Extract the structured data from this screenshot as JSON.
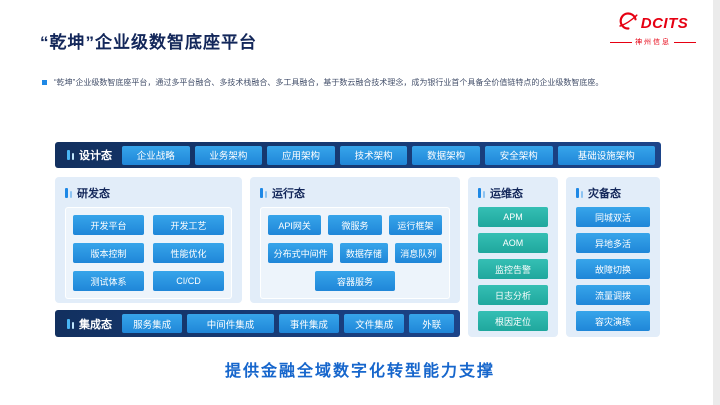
{
  "header": {
    "title": "“乾坤”企业级数智底座平台"
  },
  "logo": {
    "brand": "DCITS",
    "sub": "神州信息"
  },
  "intro": {
    "text": "“乾坤”企业级数智底座平台，通过多平台融合、多技术栈融合、多工具融合，基于数云融合技术理念，成为银行业首个具备全价值链特点的企业级数智底座。"
  },
  "design_row": {
    "label": "设计态",
    "items": [
      "企业战略",
      "业务架构",
      "应用架构",
      "技术架构",
      "数据架构",
      "安全架构",
      "基础设施架构"
    ]
  },
  "dev_panel": {
    "label": "研发态",
    "items": [
      "开发平台",
      "开发工艺",
      "版本控制",
      "性能优化",
      "测试体系",
      "CI/CD"
    ]
  },
  "run_panel": {
    "label": "运行态",
    "rows": [
      [
        "API网关",
        "微服务",
        "运行框架"
      ],
      [
        "分布式中间件",
        "数据存储",
        "消息队列"
      ],
      [
        "容器服务"
      ]
    ]
  },
  "ops_panel": {
    "label": "运维态",
    "items": [
      "APM",
      "AOM",
      "监控告警",
      "日志分析",
      "根因定位"
    ]
  },
  "dr_panel": {
    "label": "灾备态",
    "items": [
      "同城双活",
      "异地多活",
      "故障切换",
      "流量调拨",
      "容灾演练"
    ]
  },
  "integration_row": {
    "label": "集成态",
    "items": [
      "服务集成",
      "中间件集成",
      "事件集成",
      "文件集成",
      "外联"
    ]
  },
  "footer": {
    "text": "提供金融全域数字化转型能力支撑"
  },
  "colors": {
    "title_navy": "#13275a",
    "bar_navy": "#16356e",
    "button_blue": "#2b9ce4",
    "button_teal": "#2ab5ac",
    "panel_bg": "#e2edf9",
    "footer_blue": "#1666cc",
    "logo_red": "#e60012",
    "accent_blue": "#1e88e5"
  }
}
